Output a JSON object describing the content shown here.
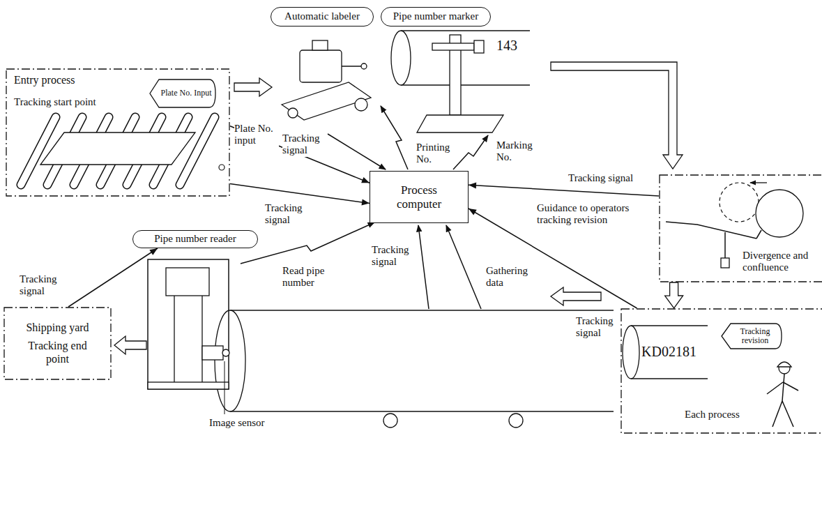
{
  "diagram": {
    "nodes": [
      {
        "text": [
          "Automatic labeler"
        ]
      },
      {
        "text": [
          "Pipe number marker"
        ]
      },
      {
        "text": [
          "Entry process",
          "Tracking start point"
        ]
      },
      {
        "text": [
          "Plate No. Input"
        ],
        "in": 2
      },
      {
        "text": [
          "Process computer"
        ]
      },
      {
        "text": [
          "Pipe number reader"
        ]
      },
      {
        "text": [
          "Divergence and confluence"
        ]
      },
      {
        "text": [
          "Shipping yard",
          "Tracking end point"
        ]
      },
      {
        "text": [
          "Each process"
        ]
      },
      {
        "text": [
          "Tracking revision"
        ],
        "in": 8
      }
    ],
    "edges": [
      {
        "from": 2,
        "to": 4,
        "arrow": "to",
        "label": "Plate No. input"
      },
      {
        "from": 2,
        "to": 4,
        "arrow": "to",
        "label": "Tracking signal"
      },
      {
        "from": 6,
        "to": 4,
        "arrow": "to",
        "label": "Tracking signal"
      },
      {
        "from": 8,
        "to": 4,
        "arrow": "to",
        "label": "Tracking signal"
      },
      {
        "from": 6,
        "to": 8,
        "arrow": "to"
      },
      {
        "from": 7,
        "to": 5,
        "arrow": "to",
        "label": "Tracking signal"
      }
    ],
    "labels": [
      "143",
      "Tracking signal",
      "Printing No.",
      "Marking No.",
      "Guidance to operators tracking revision",
      "Tracking signal",
      "Gathering data",
      "Read pipe number",
      "Image sensor",
      "KD02181"
    ]
  }
}
